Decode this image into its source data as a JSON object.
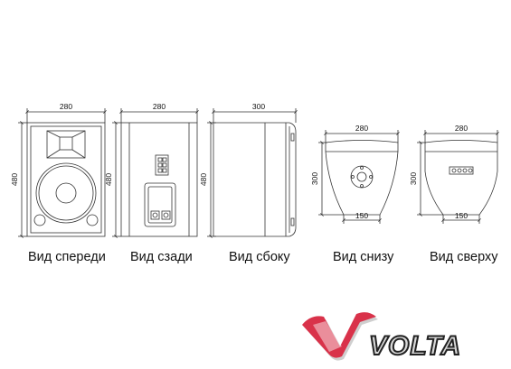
{
  "views": {
    "front": {
      "caption": "Вид спереди",
      "width": "280",
      "height": "480"
    },
    "back": {
      "caption": "Вид сзади",
      "width": "280",
      "height": "480"
    },
    "side": {
      "caption": "Вид сбоку",
      "width": "300",
      "height": "480"
    },
    "bottom": {
      "caption": "Вид снизу",
      "width": "280",
      "depth": "300",
      "narrow": "150"
    },
    "top": {
      "caption": "Вид сверху",
      "width": "280",
      "depth": "300",
      "narrow": "150"
    }
  },
  "logo": {
    "text": "VOLTA",
    "colors": {
      "accent": "#d9324a",
      "shadow": "#cfcfcf"
    }
  }
}
